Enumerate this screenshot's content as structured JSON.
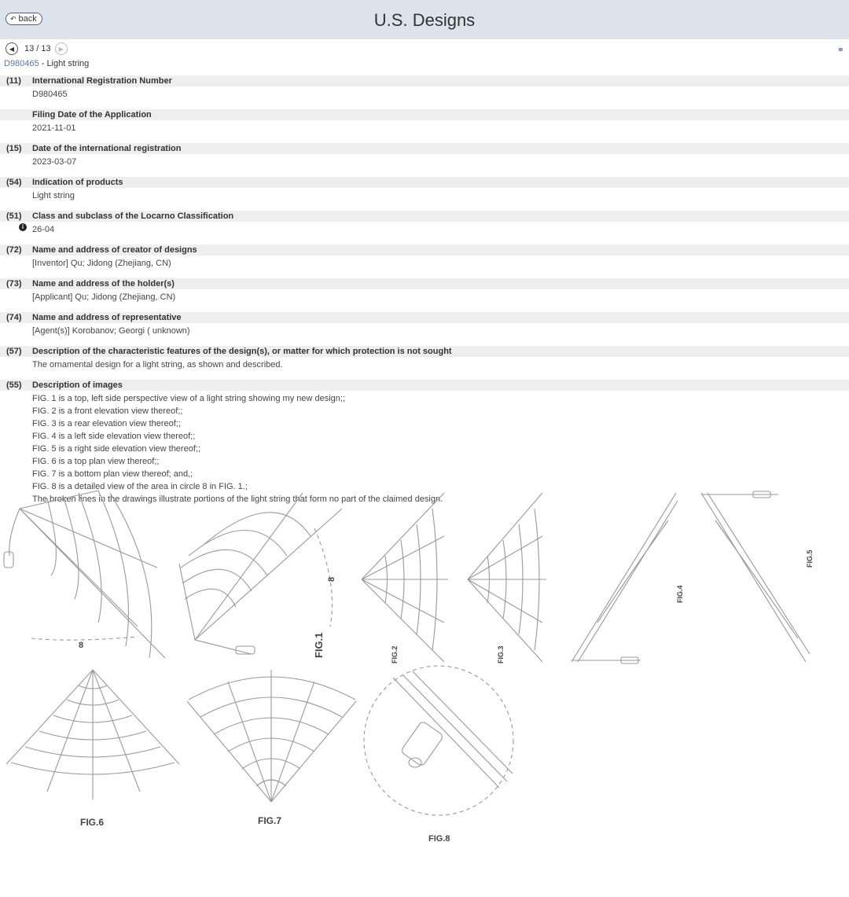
{
  "header": {
    "back_label": "back",
    "title": "U.S. Designs"
  },
  "nav": {
    "counter": "13 / 13",
    "prev_icon": "chevron-left-icon",
    "next_icon": "chevron-right-icon",
    "link_icon": "link-icon"
  },
  "document": {
    "number": "D980465",
    "separator": " - ",
    "name": "Light string"
  },
  "sections": [
    {
      "code": "(11)",
      "heading": "International Registration Number",
      "lines": [
        "D980465"
      ]
    },
    {
      "code": "",
      "heading": "Filing Date of the Application",
      "lines": [
        "2021-11-01"
      ]
    },
    {
      "code": "(15)",
      "heading": "Date of the international registration",
      "lines": [
        "2023-03-07"
      ]
    },
    {
      "code": "(54)",
      "heading": "Indication of products",
      "lines": [
        "Light string"
      ]
    },
    {
      "code": "(51)",
      "heading": "Class and subclass of the Locarno Classification",
      "lines": [
        "26-04"
      ],
      "info": true
    },
    {
      "code": "(72)",
      "heading": "Name and address of creator of designs",
      "lines": [
        "[Inventor] Qu; Jidong (Zhejiang, CN)"
      ]
    },
    {
      "code": "(73)",
      "heading": "Name and address of the holder(s)",
      "lines": [
        "[Applicant]  Qu; Jidong (Zhejiang, CN)"
      ]
    },
    {
      "code": "(74)",
      "heading": "Name and address of representative",
      "lines": [
        "[Agent(s)] Korobanov; Georgi ( unknown)"
      ]
    },
    {
      "code": "(57)",
      "heading": "Description of the characteristic features of the design(s), or matter for which protection is not sought",
      "lines": [
        "The ornamental design for a light string, as shown and described."
      ]
    },
    {
      "code": "(55)",
      "heading": "Description of images",
      "lines": [
        "FIG. 1 is a top, left side perspective view of a light string showing my new design;;",
        "FIG. 2 is a front elevation view thereof;;",
        "FIG. 3 is a rear elevation view thereof;;",
        "FIG. 4 is a left side elevation view thereof;;",
        "FIG. 5 is a right side elevation view thereof;;",
        "FIG. 6 is a top plan view thereof;;",
        "FIG. 7 is a bottom plan view thereof; and,;",
        "FIG. 8 is a detailed view of the area in circle 8 in FIG. 1.;",
        "The broken lines in the drawings illustrate portions of the light string that form no part of the claimed design."
      ]
    }
  ],
  "figures": {
    "fig1": "FIG.1",
    "fig2": "FIG.2",
    "fig3": "FIG.3",
    "fig4": "FIG.4",
    "fig5": "FIG.5",
    "fig6": "FIG.6",
    "fig7": "FIG.7",
    "fig8": "FIG.8",
    "ref8a": "8",
    "ref8b": "8"
  },
  "colors": {
    "header_bg": "#dde3ec",
    "section_bg": "#eeeeee",
    "link": "#5b74a8"
  }
}
